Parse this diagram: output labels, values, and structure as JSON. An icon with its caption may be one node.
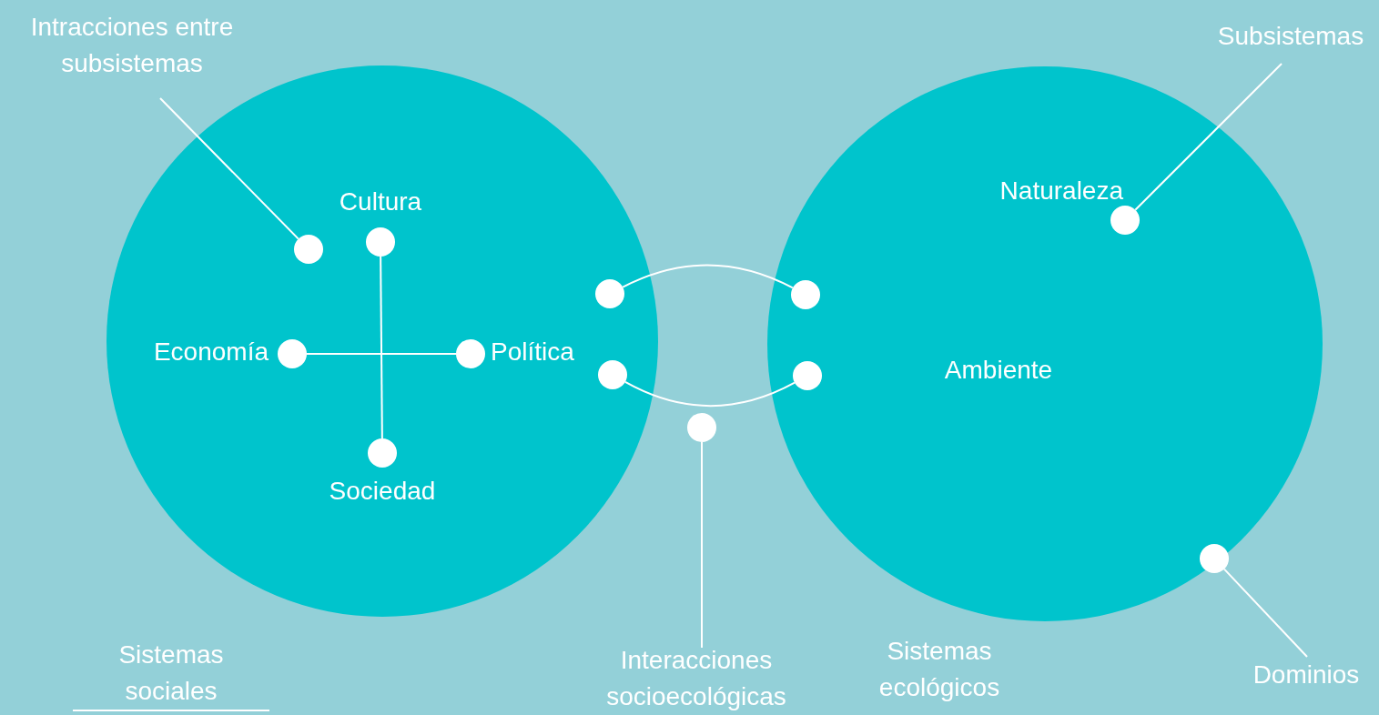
{
  "diagram": {
    "nodes": [
      {
        "text": [],
        "shape": "circle",
        "beside": [
          "Sistemas sociales"
        ]
      },
      {
        "text": [
          "Ambiente"
        ],
        "beside": [
          "Sistemas ecológicos"
        ]
      },
      {
        "text": [
          "Intracciones entre subsistemas"
        ]
      },
      {
        "text": [
          "Subsistemas"
        ]
      },
      {
        "text": [],
        "shape": "circle",
        "in": 0
      },
      {
        "text": [
          "Cultura"
        ],
        "in": 0
      },
      {
        "text": [
          "Economía"
        ],
        "in": 0
      },
      {
        "text": [
          "Política"
        ],
        "in": 0
      },
      {
        "text": [
          "Sociedad"
        ],
        "in": 0
      },
      {
        "text": [],
        "shape": "circle",
        "in": 0
      },
      {
        "text": [],
        "shape": "circle",
        "in": 0
      },
      {
        "text": [],
        "shape": "circle",
        "in": 1
      },
      {
        "text": [],
        "shape": "circle",
        "in": 1
      },
      {
        "text": [
          "Naturaleza"
        ],
        "in": 1
      },
      {
        "text": [],
        "shape": "circle"
      },
      {
        "text": [],
        "shape": "circle",
        "in": 1
      },
      {
        "text": [
          "Interacciones socioecológicas"
        ]
      },
      {
        "text": [
          "Dominios"
        ]
      }
    ],
    "edges": [
      {
        "from": 2,
        "to": 4,
        "arrow": "none"
      },
      {
        "from": 3,
        "to": 13,
        "arrow": "none"
      },
      {
        "from": 5,
        "to": 8,
        "arrow": "none"
      },
      {
        "from": 6,
        "to": 7,
        "arrow": "none"
      },
      {
        "from": 9,
        "to": 11,
        "arrow": "none"
      },
      {
        "from": 10,
        "to": 12,
        "arrow": "none"
      },
      {
        "from": 16,
        "to": 14,
        "arrow": "none"
      },
      {
        "from": 17,
        "to": 15,
        "arrow": "none"
      }
    ]
  }
}
